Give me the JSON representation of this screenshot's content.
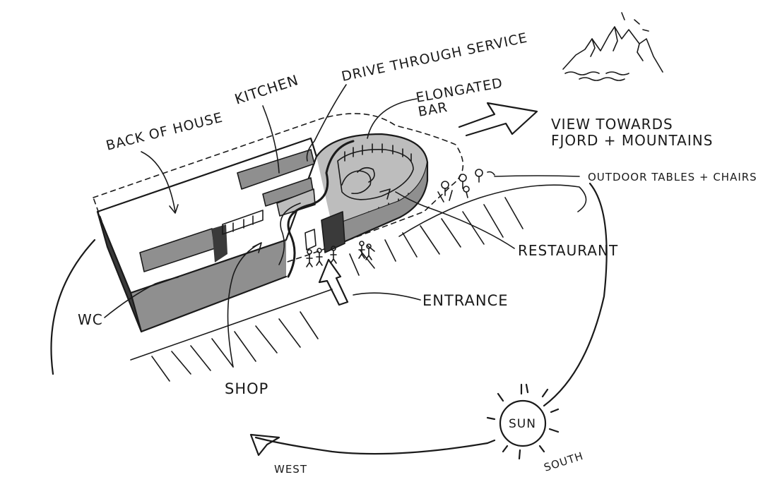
{
  "labels": {
    "drive_through": "DRIVE THROUGH SERVICE",
    "kitchen": "KITCHEN",
    "back_of_house": "BACK OF HOUSE",
    "elongated": "ELONGATED",
    "bar": "BAR",
    "view_line1": "VIEW TOWARDS",
    "view_line2": "FJORD + MOUNTAINS",
    "outdoor": "OUTDOOR TABLES + CHAIRS",
    "restaurant": "RESTAURANT",
    "entrance": "ENTRANCE",
    "wc": "WC",
    "shop": "SHOP",
    "sun": "SUN",
    "west": "WEST",
    "south": "SOUTH"
  },
  "icons": [
    "mountains-icon",
    "sun-icon",
    "people-icon",
    "entrance-arrow-icon",
    "view-arrow-icon",
    "outdoor-table-icon"
  ]
}
